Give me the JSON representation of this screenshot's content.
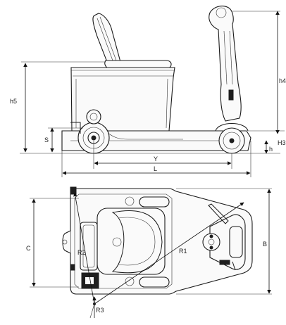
{
  "labels": {
    "h4": "h4",
    "h5": "h5",
    "s": "S",
    "h3": "H3",
    "h": "h",
    "y": "Y",
    "l": "L",
    "c": "C",
    "b": "B",
    "r1": "R1",
    "r2": "R2",
    "r3": "R3"
  },
  "icons": {
    "arrowheads": "arrow-icon"
  }
}
